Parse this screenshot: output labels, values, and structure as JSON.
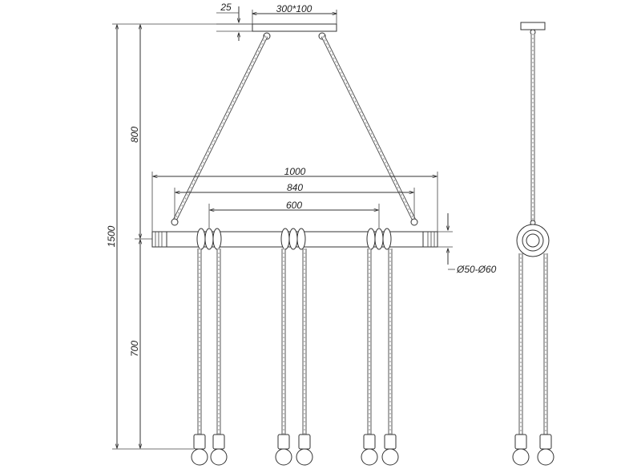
{
  "dimensions": {
    "canopy_offset": "25",
    "canopy_size": "300*100",
    "total_height": "1500",
    "suspension_height": "800",
    "pendant_drop": "700",
    "bar_length": "1000",
    "cable_spacing": "840",
    "pendant_spacing": "600",
    "bar_diameter": "Ø50-Ø60"
  }
}
